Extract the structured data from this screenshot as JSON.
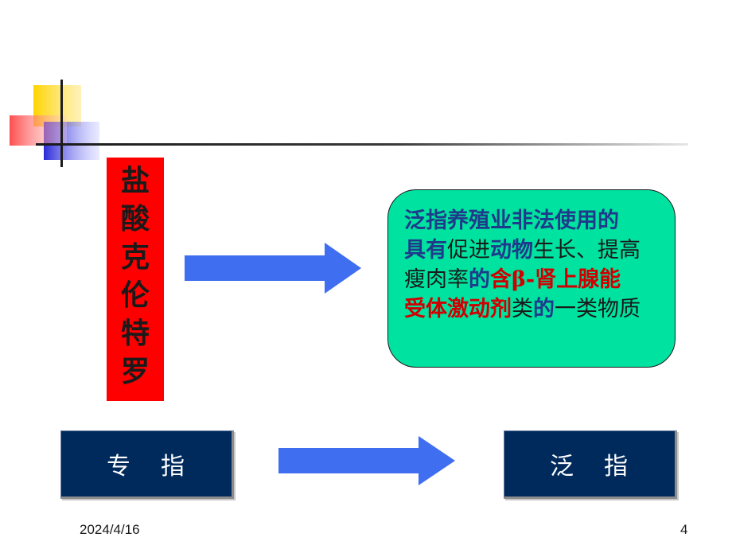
{
  "vertical_title": {
    "chars": [
      "盐",
      "酸",
      "克",
      "伦",
      "特",
      "罗"
    ]
  },
  "definition": {
    "l1_a": "泛指养殖业非法使用的",
    "l2_a": "具有",
    "l2_b": "促进",
    "l2_c": "动物",
    "l2_d": "生长、提高",
    "l3_a": "瘦肉率",
    "l3_b": "的",
    "l3_c": "含β-肾上腺能",
    "l4_a": "受体激动剂",
    "l4_b": "类",
    "l4_c": "的",
    "l4_d": "一类物质"
  },
  "boxes": {
    "specific": {
      "left": "专",
      "right": "指"
    },
    "general": {
      "left": "泛",
      "right": "指"
    }
  },
  "footer": {
    "date": "2024/4/16",
    "page": "4"
  },
  "colors": {
    "title_bg": "#ff0000",
    "definition_bg": "#00e2a0",
    "arrow": "#3f6ef0",
    "box_bg": "#002a5c",
    "highlight_blue": "#1f3a8a",
    "highlight_red": "#d00000"
  },
  "icons": {
    "arrow": "right-arrow-icon",
    "logo": "corner-squares-logo"
  }
}
